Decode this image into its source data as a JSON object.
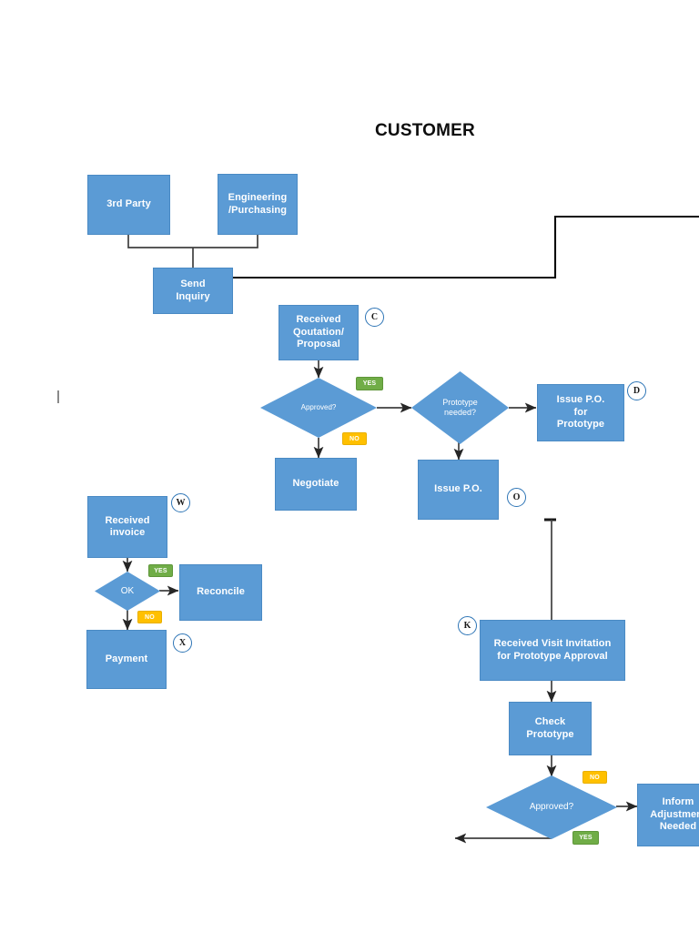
{
  "page": {
    "title": "CUSTOMER",
    "colors": {
      "node_fill": "#5B9BD5",
      "node_text": "#FFFFFF",
      "yes_badge": "#70AD47",
      "no_badge": "#FFC000",
      "connector": "#404040",
      "marker_ring": "#2E75B6"
    }
  },
  "nodes": [
    {
      "id": "third-party",
      "label": "3rd Party"
    },
    {
      "id": "engineering",
      "label": "Engineering\n/Purchasing"
    },
    {
      "id": "send-inquiry",
      "label": "Send\nInquiry"
    },
    {
      "id": "received-quotation",
      "label": "Received\nQoutation/\nProposal"
    },
    {
      "id": "negotiate",
      "label": "Negotiate"
    },
    {
      "id": "issue-po",
      "label": "Issue P.O."
    },
    {
      "id": "issue-po-prototype",
      "label": "Issue P.O.\nfor\nPrototype"
    },
    {
      "id": "received-invoice",
      "label": "Received\ninvoice"
    },
    {
      "id": "reconcile",
      "label": "Reconcile"
    },
    {
      "id": "payment",
      "label": "Payment"
    },
    {
      "id": "received-visit-invitation",
      "label": "Received Visit Invitation\nfor Prototype Approval"
    },
    {
      "id": "check-prototype",
      "label": "Check\nPrototype"
    },
    {
      "id": "inform-adjustment",
      "label": "Inform\nAdjustment\nNeeded"
    }
  ],
  "decisions": [
    {
      "id": "approved-quotation",
      "label": "Approved?"
    },
    {
      "id": "prototype-needed",
      "label": "Prototype\nneeded?"
    },
    {
      "id": "invoice-ok",
      "label": "OK"
    },
    {
      "id": "approved-prototype",
      "label": "Approved?"
    }
  ],
  "badges": [
    {
      "id": "badge-approved-yes",
      "label": "YES",
      "kind": "yes"
    },
    {
      "id": "badge-approved-no",
      "label": "NO",
      "kind": "no"
    },
    {
      "id": "badge-ok-yes",
      "label": "YES",
      "kind": "yes"
    },
    {
      "id": "badge-ok-no",
      "label": "NO",
      "kind": "no"
    },
    {
      "id": "badge-prototype-no",
      "label": "NO",
      "kind": "no"
    },
    {
      "id": "badge-prototype-yes",
      "label": "YES",
      "kind": "yes"
    }
  ],
  "markers": [
    {
      "id": "marker-c",
      "label": "C"
    },
    {
      "id": "marker-d",
      "label": "D"
    },
    {
      "id": "marker-o",
      "label": "O"
    },
    {
      "id": "marker-w",
      "label": "W"
    },
    {
      "id": "marker-x",
      "label": "X"
    },
    {
      "id": "marker-k",
      "label": "K"
    }
  ]
}
